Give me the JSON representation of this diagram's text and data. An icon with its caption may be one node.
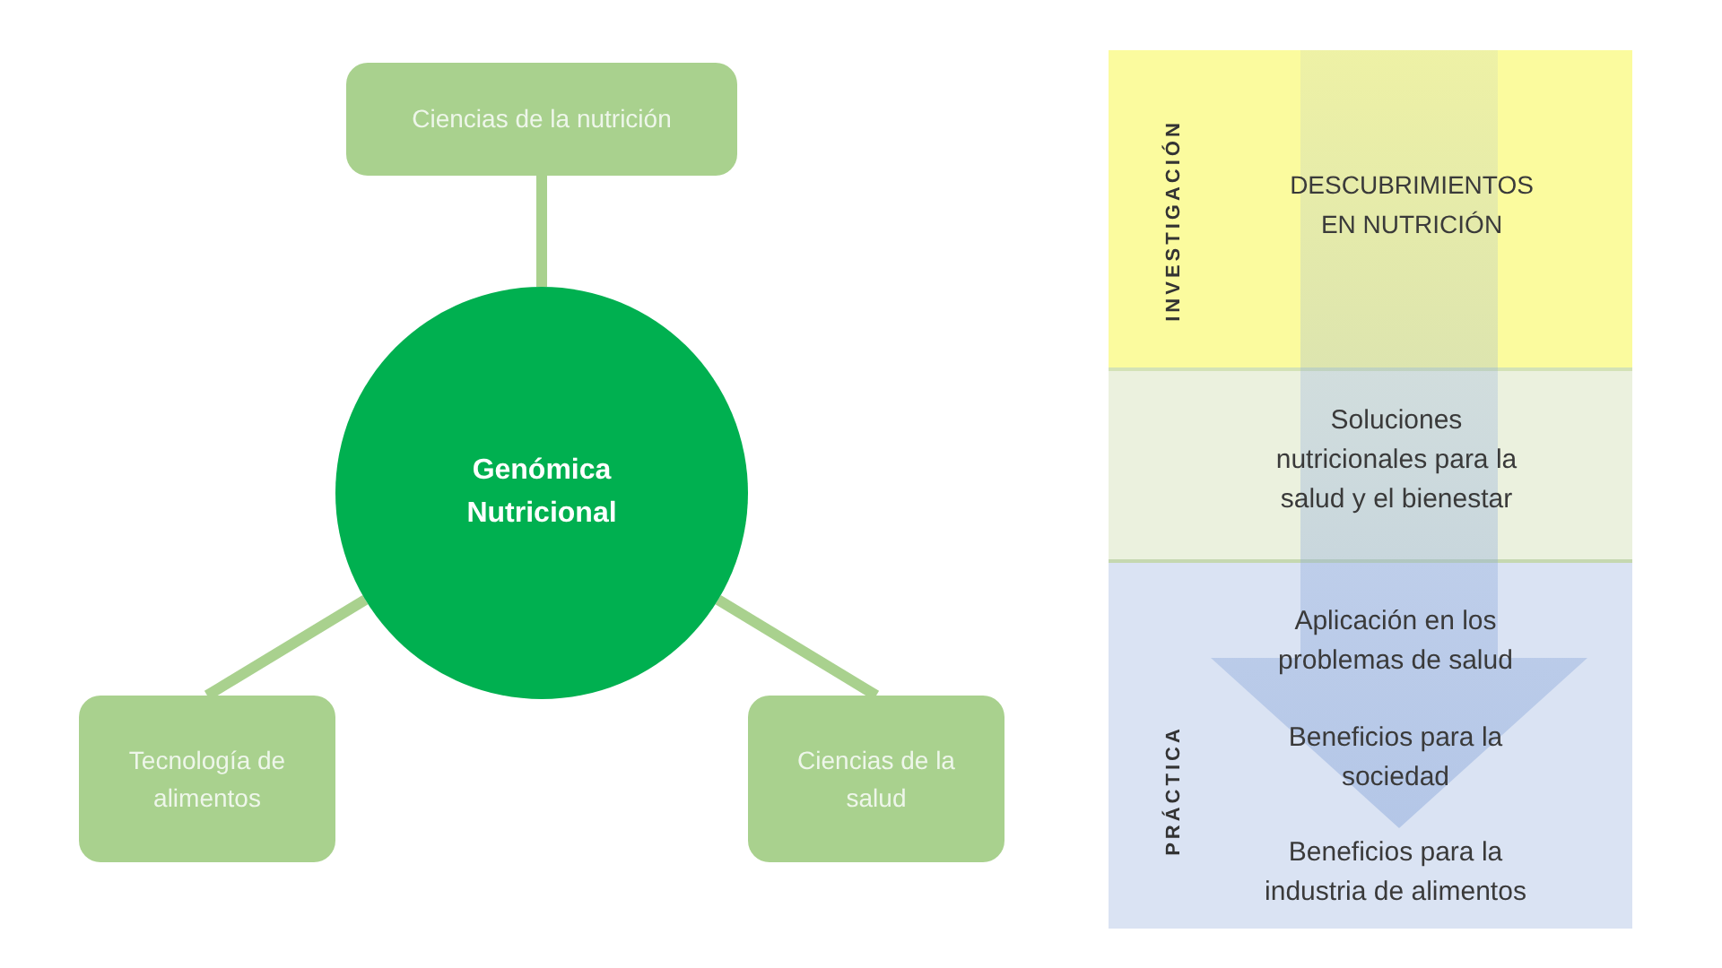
{
  "diagram": {
    "nodes": [
      {
        "text": [
          "Ciencias de la nutrición"
        ]
      },
      {
        "text": [
          "Genómica Nutricional"
        ]
      },
      {
        "text": [
          "Tecnología de alimentos"
        ]
      },
      {
        "text": [
          "Ciencias de la salud"
        ]
      },
      {
        "text": [
          "INVESTIGACIÓN",
          "DESCUBRIMIENTOS EN NUTRICIÓN"
        ]
      },
      {
        "text": [
          "Soluciones nutricionales para la salud y el bienestar"
        ]
      },
      {
        "text": [
          "PRÁCTICA",
          "Aplicación en los problemas de salud",
          "Beneficios para la sociedad",
          "Beneficios para la industria de alimentos"
        ]
      }
    ],
    "edges": [
      {
        "from": 1,
        "to": 0,
        "arrow": "none"
      },
      {
        "from": 1,
        "to": 2,
        "arrow": "none"
      },
      {
        "from": 1,
        "to": 3,
        "arrow": "none"
      },
      {
        "from": 4,
        "to": 6,
        "arrow": "to"
      }
    ]
  }
}
